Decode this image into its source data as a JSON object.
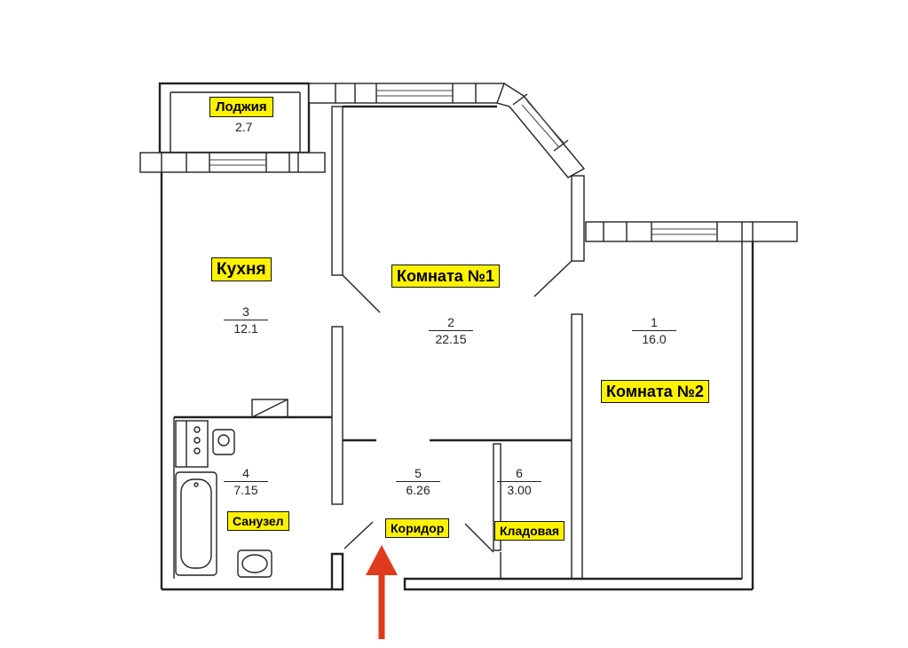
{
  "rooms": {
    "loggia": {
      "label": "Лоджия",
      "area": "2.7"
    },
    "kitchen": {
      "label": "Кухня",
      "number": "3",
      "area": "12.1"
    },
    "room1": {
      "label": "Комната №1",
      "number": "2",
      "area": "22.15"
    },
    "room2": {
      "label": "Комната №2",
      "number": "1",
      "area": "16.0"
    },
    "bathroom": {
      "label": "Санузел",
      "number": "4",
      "area": "7.15"
    },
    "corridor": {
      "label": "Коридор",
      "number": "5",
      "area": "6.26"
    },
    "storage": {
      "label": "Кладовая",
      "number": "6",
      "area": "3.00"
    }
  },
  "colors": {
    "label_fill": "#fff200",
    "arrow": "#e03a1e",
    "wall": "#222222"
  },
  "icons": {
    "entrance": "entrance-arrow-icon"
  }
}
